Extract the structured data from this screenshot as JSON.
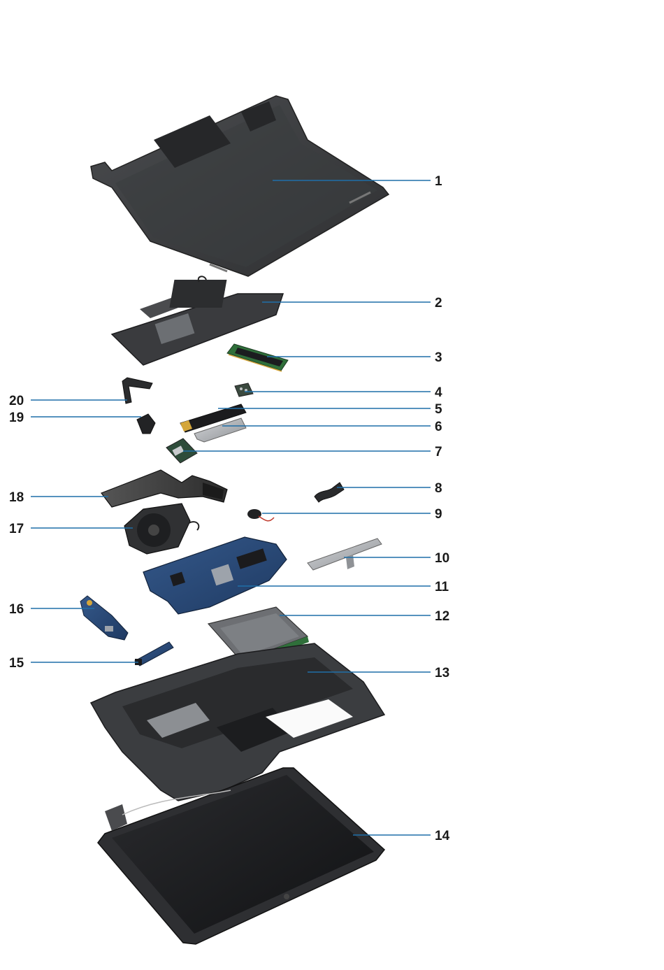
{
  "colors": {
    "leader": "#1f6fa8",
    "label": "#1a1a1a",
    "part_dark": "#3a3b3d",
    "part_mid": "#55575a",
    "board_blue": "#2a4a78",
    "metal": "#b9bcc0",
    "background": "#ffffff"
  },
  "callouts": [
    {
      "id": "1",
      "label": "1"
    },
    {
      "id": "2",
      "label": "2"
    },
    {
      "id": "3",
      "label": "3"
    },
    {
      "id": "4",
      "label": "4"
    },
    {
      "id": "5",
      "label": "5"
    },
    {
      "id": "6",
      "label": "6"
    },
    {
      "id": "7",
      "label": "7"
    },
    {
      "id": "8",
      "label": "8"
    },
    {
      "id": "9",
      "label": "9"
    },
    {
      "id": "10",
      "label": "10"
    },
    {
      "id": "11",
      "label": "11"
    },
    {
      "id": "12",
      "label": "12"
    },
    {
      "id": "13",
      "label": "13"
    },
    {
      "id": "14",
      "label": "14"
    },
    {
      "id": "15",
      "label": "15"
    },
    {
      "id": "16",
      "label": "16"
    },
    {
      "id": "17",
      "label": "17"
    },
    {
      "id": "18",
      "label": "18"
    },
    {
      "id": "19",
      "label": "19"
    },
    {
      "id": "20",
      "label": "20"
    }
  ]
}
